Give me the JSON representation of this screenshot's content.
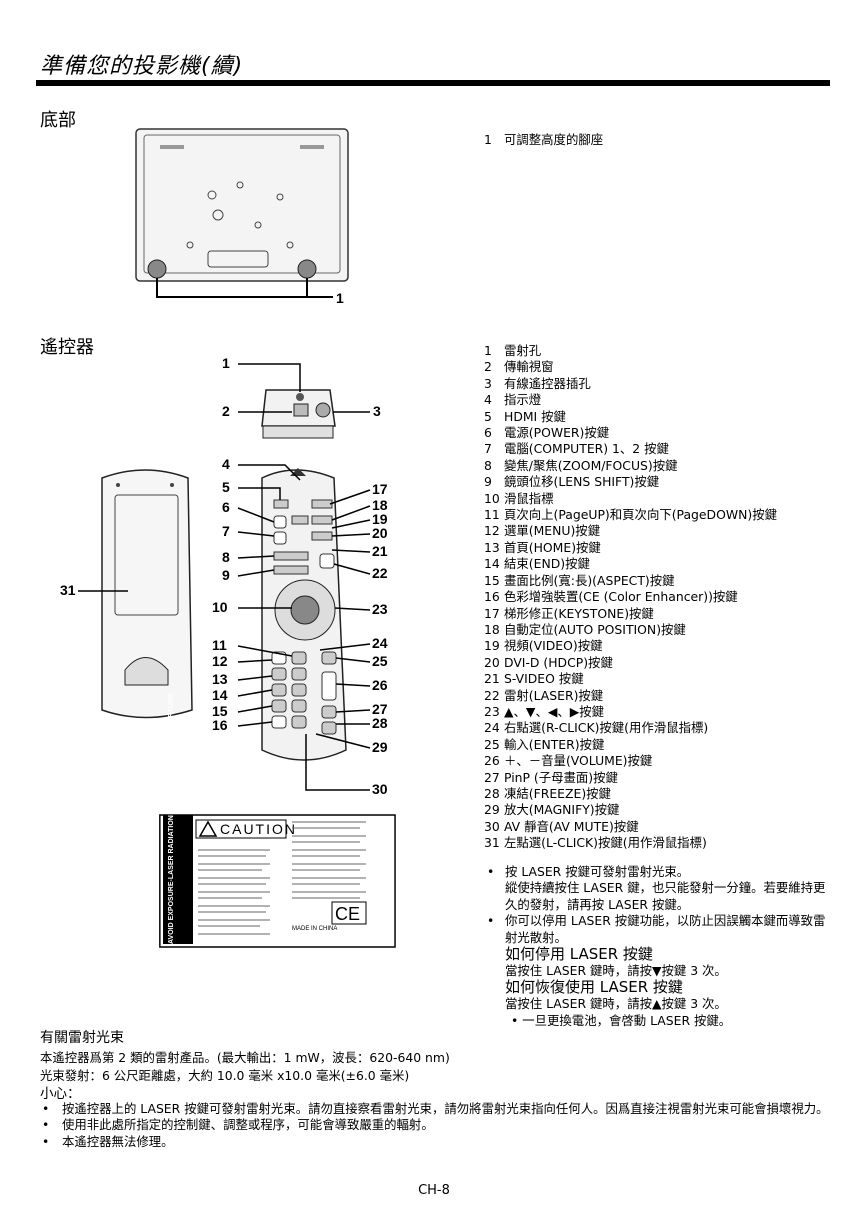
{
  "header": {
    "title": "準備您的投影機(續)"
  },
  "bottom_section": {
    "title": "底部",
    "callout": "1",
    "items": [
      {
        "num": "1",
        "text": "可調整高度的腳座"
      }
    ]
  },
  "remote_section": {
    "title": "遙控器",
    "callouts": [
      "1",
      "2",
      "3",
      "4",
      "5",
      "6",
      "7",
      "8",
      "9",
      "10",
      "11",
      "12",
      "13",
      "14",
      "15",
      "16",
      "17",
      "18",
      "19",
      "20",
      "21",
      "22",
      "23",
      "24",
      "25",
      "26",
      "27",
      "28",
      "29",
      "30",
      "31"
    ],
    "items": [
      {
        "num": "1",
        "text": "雷射孔"
      },
      {
        "num": "2",
        "text": "傳輸視窗"
      },
      {
        "num": "3",
        "text": "有線遙控器插孔"
      },
      {
        "num": "4",
        "text": "指示燈"
      },
      {
        "num": "5",
        "text": "HDMI 按鍵"
      },
      {
        "num": "6",
        "text": "電源(POWER)按鍵"
      },
      {
        "num": "7",
        "text": "電腦(COMPUTER) 1、2 按鍵"
      },
      {
        "num": "8",
        "text": "變焦/聚焦(ZOOM/FOCUS)按鍵"
      },
      {
        "num": "9",
        "text": "鏡頭位移(LENS SHIFT)按鍵"
      },
      {
        "num": "10",
        "text": "滑鼠指標"
      },
      {
        "num": "11",
        "text": "頁次向上(PageUP)和頁次向下(PageDOWN)按鍵"
      },
      {
        "num": "12",
        "text": "選單(MENU)按鍵"
      },
      {
        "num": "13",
        "text": "首頁(HOME)按鍵"
      },
      {
        "num": "14",
        "text": "結束(END)按鍵"
      },
      {
        "num": "15",
        "text": "畫面比例(寬:長)(ASPECT)按鍵"
      },
      {
        "num": "16",
        "text": "色彩增強裝置(CE (Color Enhancer))按鍵"
      },
      {
        "num": "17",
        "text": "梯形修正(KEYSTONE)按鍵"
      },
      {
        "num": "18",
        "text": "自動定位(AUTO POSITION)按鍵"
      },
      {
        "num": "19",
        "text": "視頻(VIDEO)按鍵"
      },
      {
        "num": "20",
        "text": "DVI-D (HDCP)按鍵"
      },
      {
        "num": "21",
        "text": "S-VIDEO 按鍵"
      },
      {
        "num": "22",
        "text": "雷射(LASER)按鍵"
      },
      {
        "num": "23",
        "text": "▲、▼、◀、▶按鍵"
      },
      {
        "num": "24",
        "text": "右點選(R-CLICK)按鍵(用作滑鼠指標)"
      },
      {
        "num": "25",
        "text": "輸入(ENTER)按鍵"
      },
      {
        "num": "26",
        "text": "＋、－音量(VOLUME)按鍵"
      },
      {
        "num": "27",
        "text": "PinP (子母畫面)按鍵"
      },
      {
        "num": "28",
        "text": "凍結(FREEZE)按鍵"
      },
      {
        "num": "29",
        "text": "放大(MAGNIFY)按鍵"
      },
      {
        "num": "30",
        "text": "AV 靜音(AV MUTE)按鍵"
      },
      {
        "num": "31",
        "text": "左點選(L-CLICK)按鍵(用作滑鼠指標)"
      }
    ],
    "notes": {
      "note1": "按 LASER 按鍵可發射雷射光束。",
      "note1b": "縱使持續按住 LASER 鍵，也只能發射一分鐘。若要維持更久的發射，請再按 LASER 按鍵。",
      "note2": "你可以停用 LASER 按鍵功能，以防止因誤觸本鍵而導致雷射光散射。",
      "disable_heading": "如何停用 LASER 按鍵",
      "disable_text": "當按住 LASER 鍵時，請按▼按鍵 3 次。",
      "enable_heading": "如何恢復使用 LASER 按鍵",
      "enable_text": "當按住 LASER 鍵時，請按▲按鍵 3 次。",
      "battery_note": "• 一旦更換電池，會啓動 LASER 按鍵。"
    }
  },
  "laser_label": {
    "caution": "CAUTION",
    "side_text": "AVOID EXPOSURE-LASER RADIATION IS EMITTED FROM THIS APERTURE",
    "made_in": "MADE IN CHINA",
    "ce_mark": "CE"
  },
  "laser_info": {
    "title": "有關雷射光束",
    "line1": "本遙控器爲第 2 類的雷射產品。(最大輸出：1 mW，波長：620-640 nm)",
    "line2": "光束發射：6 公尺距離處，大約 10.0 毫米 x10.0 毫米(±6.0 毫米)",
    "caution_heading": "小心："
  },
  "cautions": [
    "按遙控器上的 LASER 按鍵可發射雷射光束。請勿直接察看雷射光束，請勿將雷射光束指向任何人。因爲直接注視雷射光束可能會損壞視力。",
    "使用非此處所指定的控制鍵、調整或程序，可能會導致嚴重的輻射。",
    "本遙控器無法修理。"
  ],
  "footer": {
    "page": "CH-8"
  }
}
